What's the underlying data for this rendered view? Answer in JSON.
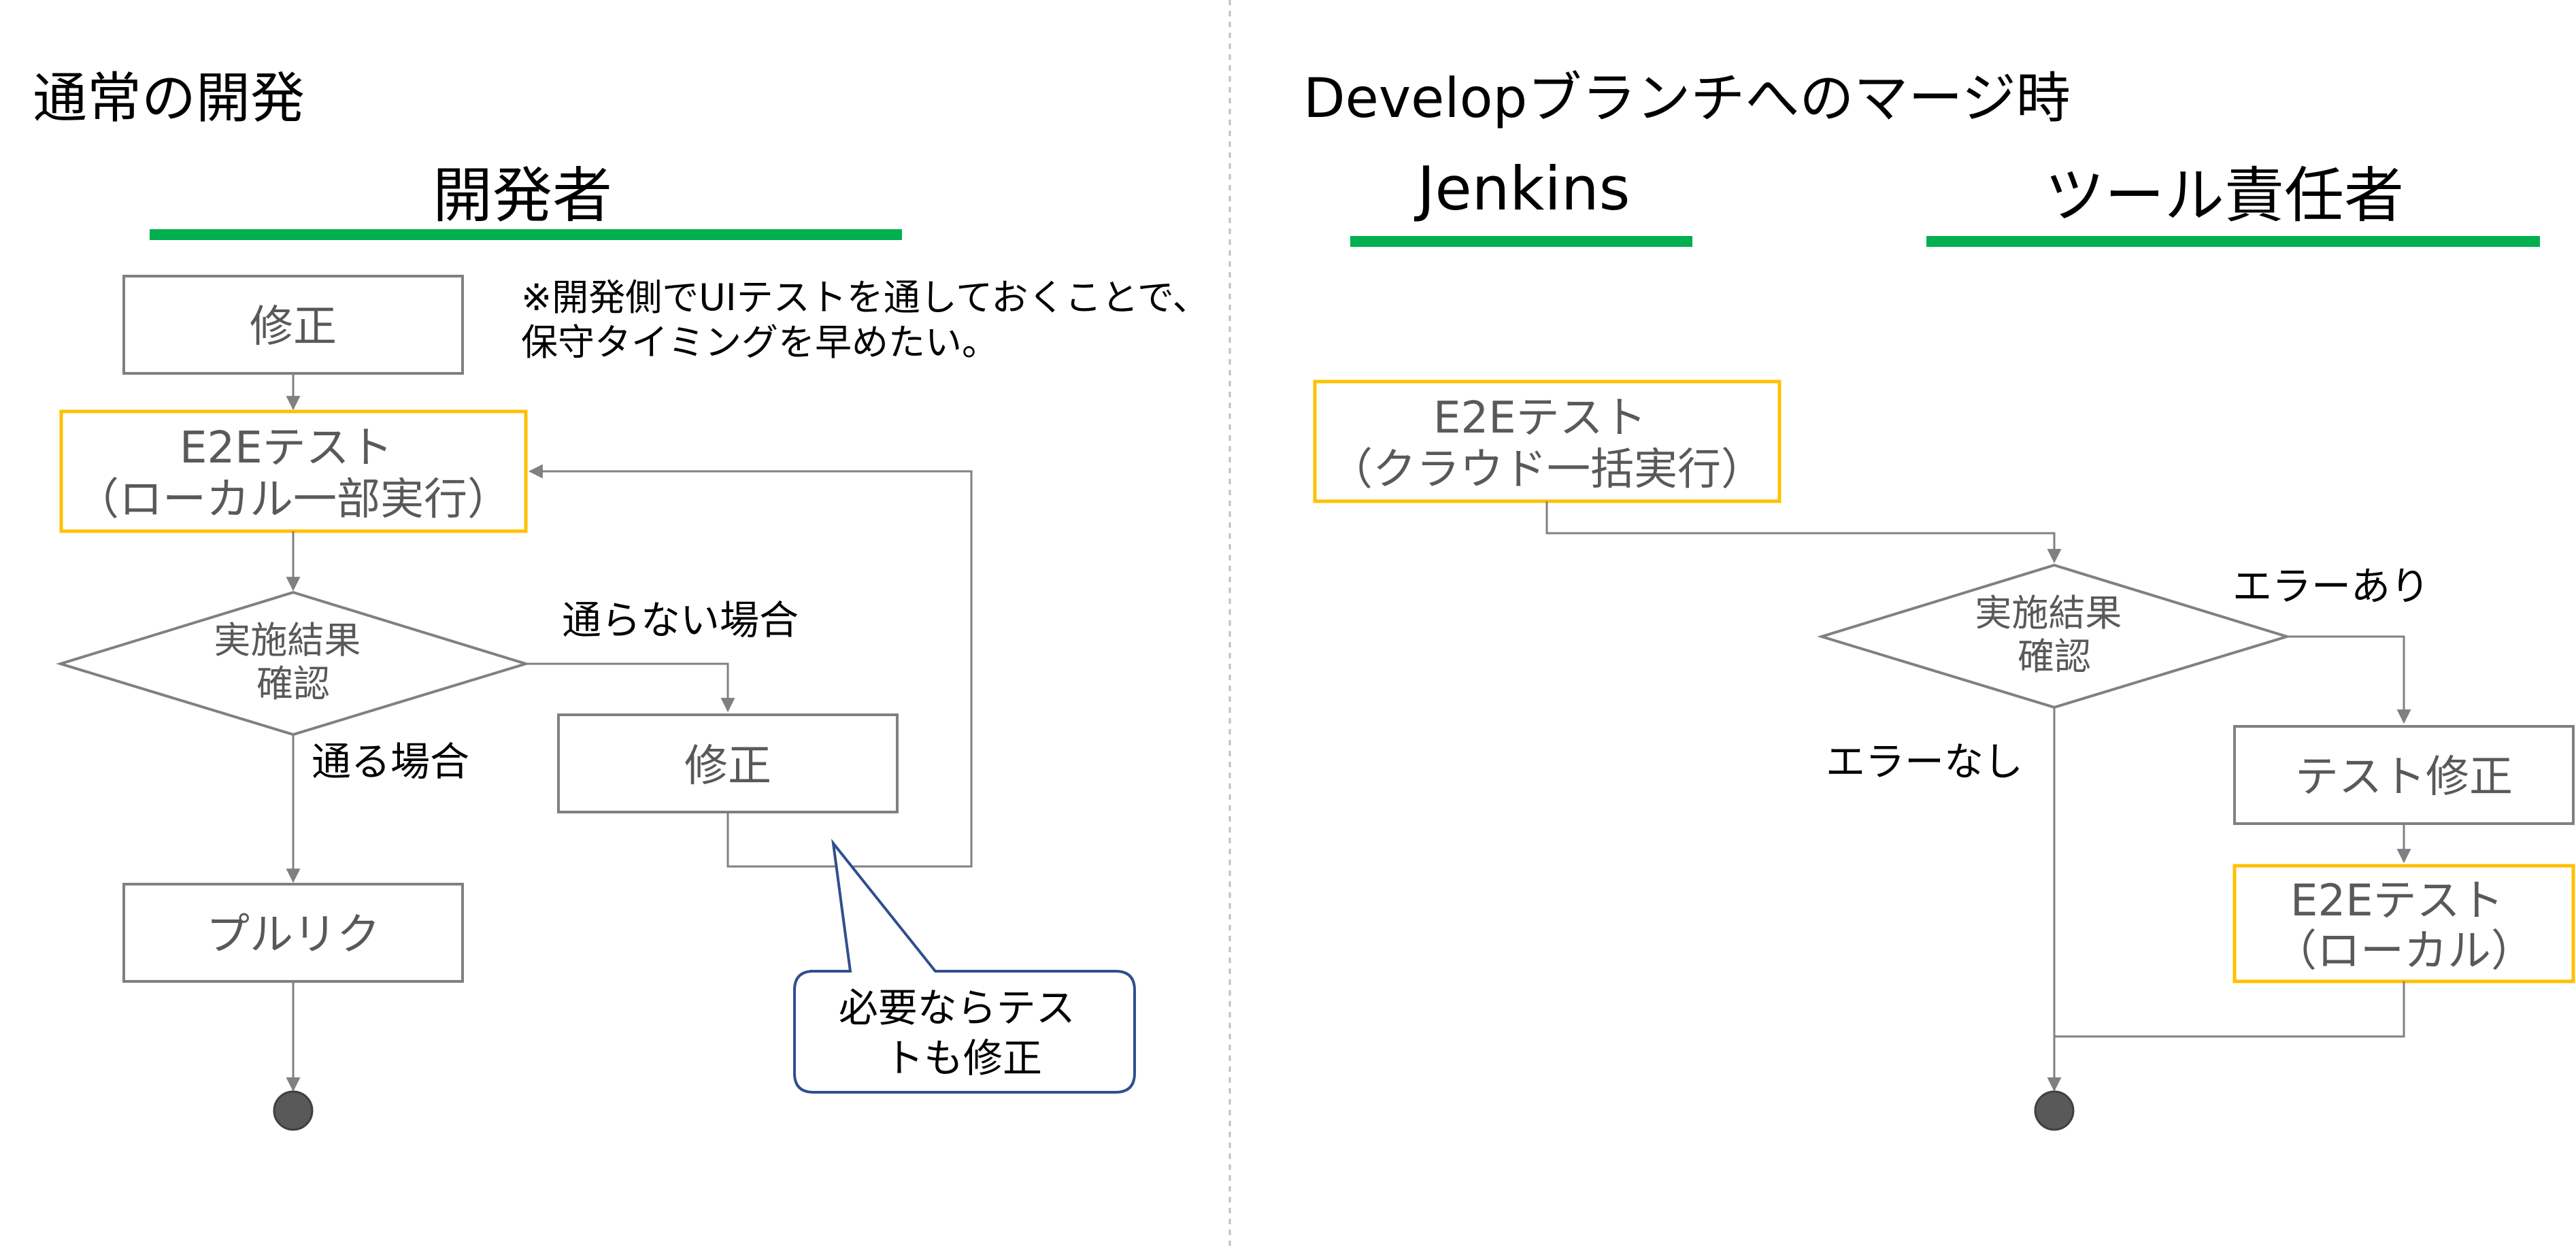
{
  "left": {
    "section_title": "通常の開発",
    "lane": "開発者",
    "note": [
      "※開発側でUIテストを通しておくことで、",
      "保守タイミングを早めたい。"
    ],
    "nodes": {
      "fix_start": "修正",
      "e2e_local": [
        "E2Eテスト",
        "（ローカル一部実行）"
      ],
      "decision": [
        "実施結果",
        "確認"
      ],
      "fix_retry": "修正",
      "pull_request": "プルリク"
    },
    "edges": {
      "fail": "通らない場合",
      "pass": "通る場合"
    },
    "callout": [
      "必要ならテス",
      "トも修正"
    ]
  },
  "right": {
    "section_title": "Developブランチへのマージ時",
    "lanes": [
      "Jenkins",
      "ツール責任者"
    ],
    "nodes": {
      "e2e_cloud": [
        "E2Eテスト",
        "（クラウド一括実行）"
      ],
      "decision": [
        "実施結果",
        "確認"
      ],
      "test_fix": "テスト修正",
      "e2e_local": [
        "E2Eテスト",
        "（ローカル）"
      ]
    },
    "edges": {
      "error": "エラーあり",
      "no_error": "エラーなし"
    }
  },
  "colors": {
    "lane_bar": "#00b050",
    "box_border": "#808080",
    "highlight_border": "#ffc000",
    "callout_border": "#2f4f8f",
    "terminal": "#595959",
    "divider": "#bfbfbf"
  }
}
